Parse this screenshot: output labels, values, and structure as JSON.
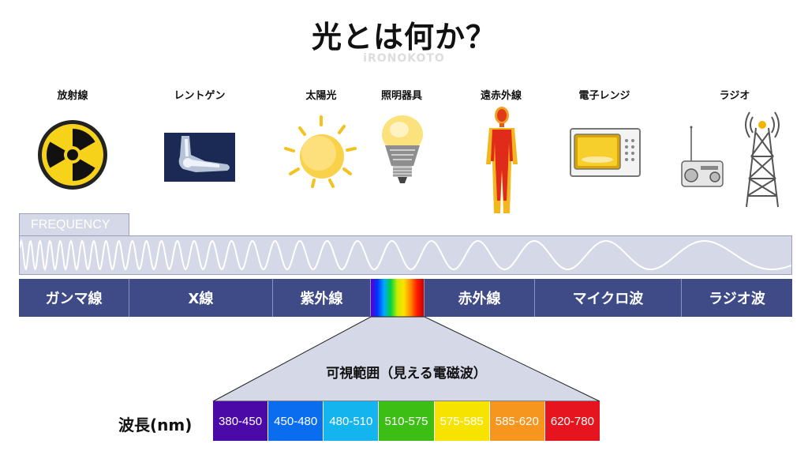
{
  "title": "光とは何か？",
  "watermark": "iRONOKOTO",
  "sources": [
    {
      "label": "放射線",
      "icon": "radiation-icon"
    },
    {
      "label": "レントゲン",
      "icon": "xray-foot-icon"
    },
    {
      "label": "太陽光",
      "icon": "sun-icon"
    },
    {
      "label": "照明器具",
      "icon": "light-bulb-icon"
    },
    {
      "label": "遠赤外線",
      "icon": "thermal-body-icon"
    },
    {
      "label": "電子レンジ",
      "icon": "microwave-oven-icon"
    },
    {
      "label": "ラジオ",
      "icon": "radio-and-tower-icon"
    }
  ],
  "frequency_label": "FREQUENCY",
  "bands": [
    {
      "label": "ガンマ線"
    },
    {
      "label": "X線"
    },
    {
      "label": "紫外線"
    },
    {
      "label": ""
    },
    {
      "label": "赤外線"
    },
    {
      "label": "マイクロ波"
    },
    {
      "label": "ラジオ波"
    }
  ],
  "visible_title": "可視範囲（見える電磁波）",
  "wavelength_label": "波長(nm)",
  "wavelengths": [
    {
      "label": "380-450",
      "color": "#4b0aa8"
    },
    {
      "label": "450-480",
      "color": "#0a6df0"
    },
    {
      "label": "480-510",
      "color": "#14b4ee"
    },
    {
      "label": "510-575",
      "color": "#3cbe14"
    },
    {
      "label": "575-585",
      "color": "#f6e400"
    },
    {
      "label": "585-620",
      "color": "#f6961e"
    },
    {
      "label": "620-780",
      "color": "#e6141e"
    }
  ],
  "colors": {
    "band_bg": "#3f4b86",
    "wave_bg": "#d5d8e6"
  }
}
